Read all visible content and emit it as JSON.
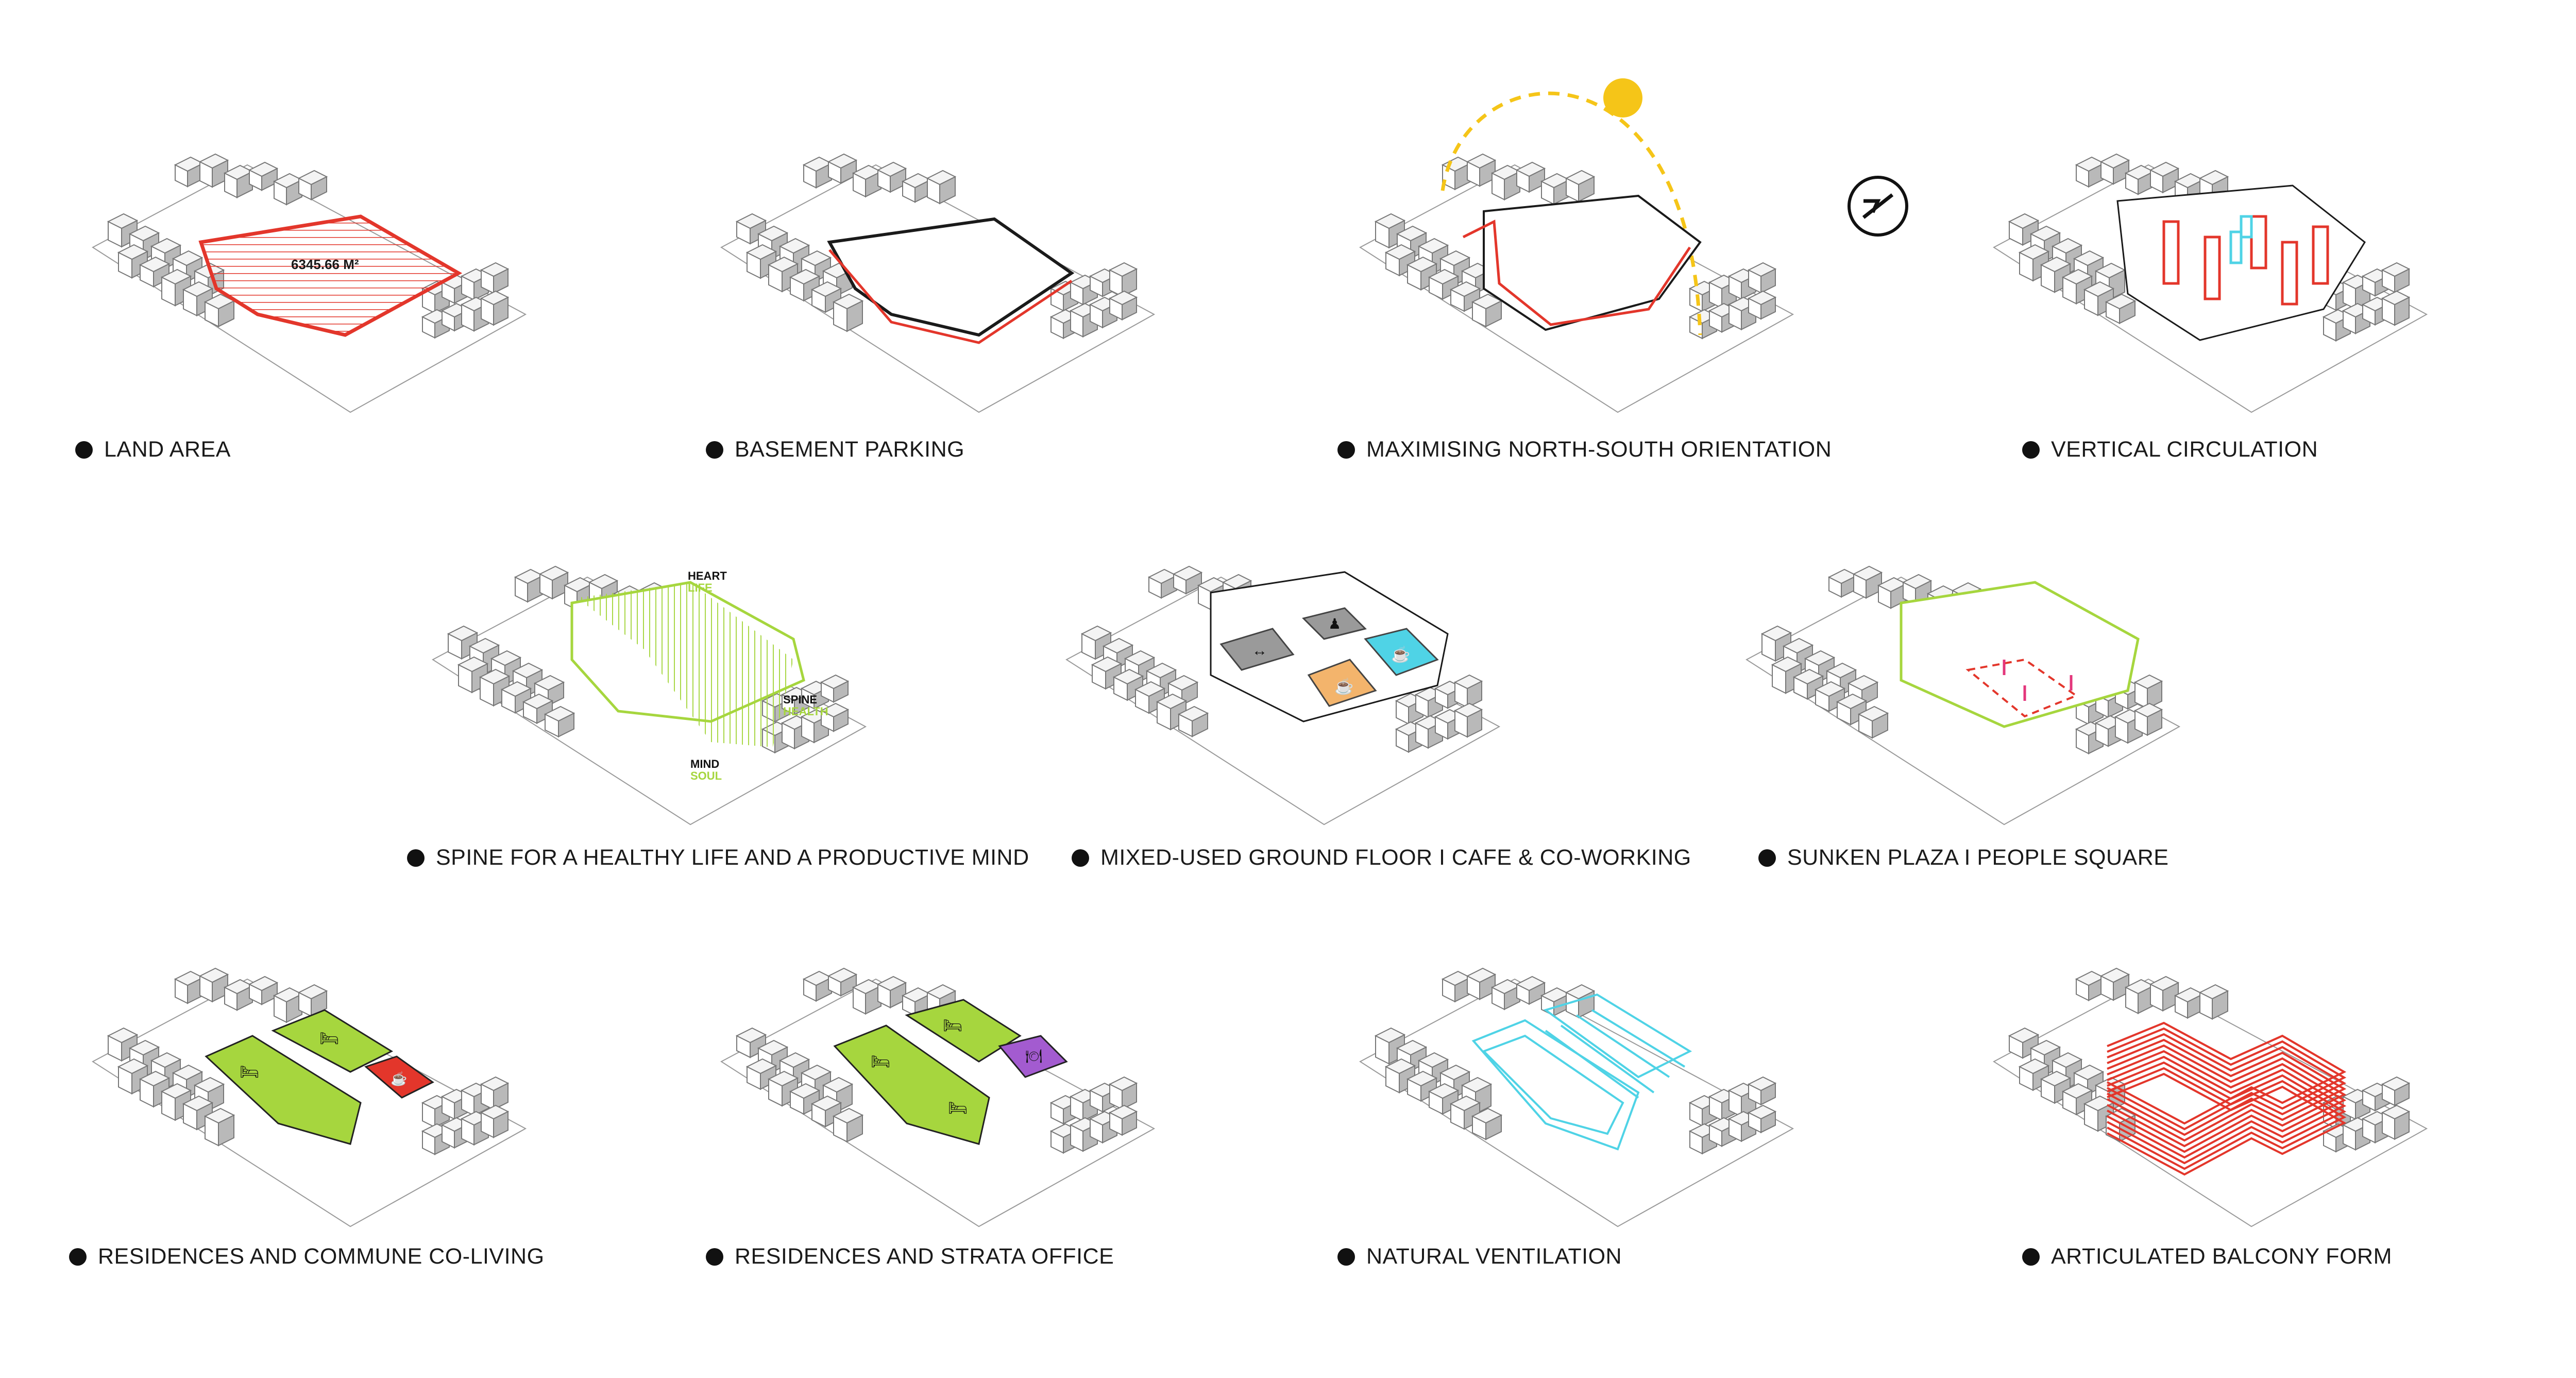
{
  "panels": [
    {
      "id": "land-area",
      "caption": "LAND AREA",
      "highlight": "site-hatch",
      "annotation": "6345.66 M²"
    },
    {
      "id": "basement-parking",
      "caption": "BASEMENT PARKING",
      "highlight": "site-outline"
    },
    {
      "id": "north-south",
      "caption": "MAXIMISING NORTH-SOUTH ORIENTATION",
      "highlight": "sun-path"
    },
    {
      "id": "vertical-circulation",
      "caption": "VERTICAL CIRCULATION",
      "highlight": "cores"
    },
    {
      "id": "spine",
      "caption": "SPINE FOR A HEALTHY LIFE AND A PRODUCTIVE MIND",
      "highlight": "green-spine",
      "labels": {
        "top_black": "HEART",
        "top_green": "LIFE",
        "mid_black": "SPINE",
        "mid_green": "HEALTH",
        "bottom_black": "MIND",
        "bottom_green": "SOUL"
      }
    },
    {
      "id": "mixed-use",
      "caption": "MIXED-USED GROUND FLOOR I CAFE & CO-WORKING",
      "highlight": "program-blocks"
    },
    {
      "id": "sunken-plaza",
      "caption": "SUNKEN PLAZA I PEOPLE SQUARE",
      "highlight": "plaza"
    },
    {
      "id": "co-living",
      "caption": "RESIDENCES AND COMMUNE CO-LIVING",
      "highlight": "green-red-blocks"
    },
    {
      "id": "strata-office",
      "caption": "RESIDENCES AND STRATA OFFICE",
      "highlight": "green-purple-blocks"
    },
    {
      "id": "ventilation",
      "caption": "NATURAL VENTILATION",
      "highlight": "cyan-frames"
    },
    {
      "id": "balcony",
      "caption": "ARTICULATED BALCONY FORM",
      "highlight": "red-bands"
    }
  ],
  "colors": {
    "red": "#e3362b",
    "green": "#a6d63e",
    "cyan": "#4fd3e6",
    "yellow": "#f5c518",
    "orange": "#f3b46c",
    "grey_block": "#9a9a9a",
    "purple": "#a35bd0",
    "context": "#cfcfcf"
  },
  "icons": [
    "north-arrow-icon",
    "sun-icon",
    "bed-icon",
    "cafe-icon",
    "gym-icon",
    "person-icon",
    "dining-icon"
  ]
}
